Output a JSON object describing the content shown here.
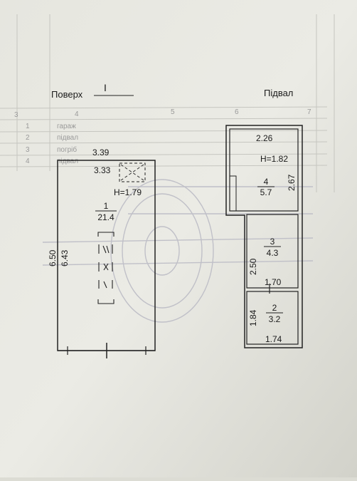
{
  "plan": {
    "floor_label": "Поверх",
    "floor_number": "I",
    "basement_label": "Підвал"
  },
  "garage": {
    "outer_width": "3.39",
    "inner_width": "3.33",
    "outer_length": "6.50",
    "inner_length": "6.43",
    "height": "H=1.79",
    "room_number": "1",
    "room_area": "21.4"
  },
  "basement": {
    "room4": {
      "number": "4",
      "area": "5.7",
      "width": "2.26",
      "depth": "2.67",
      "height": "H=1.82"
    },
    "room3": {
      "number": "3",
      "area": "4.3",
      "depth": "2.50",
      "width": "1.70"
    },
    "room2": {
      "number": "2",
      "area": "3.2",
      "depth": "1.84",
      "width": "1.74"
    }
  },
  "background_table": {
    "row_numbers": [
      "1",
      "2",
      "3",
      "4"
    ],
    "column_numbers": [
      "3",
      "4",
      "5",
      "6",
      "7"
    ],
    "cells": [
      "гараж",
      "підвал",
      "погріб",
      "підвал"
    ]
  }
}
